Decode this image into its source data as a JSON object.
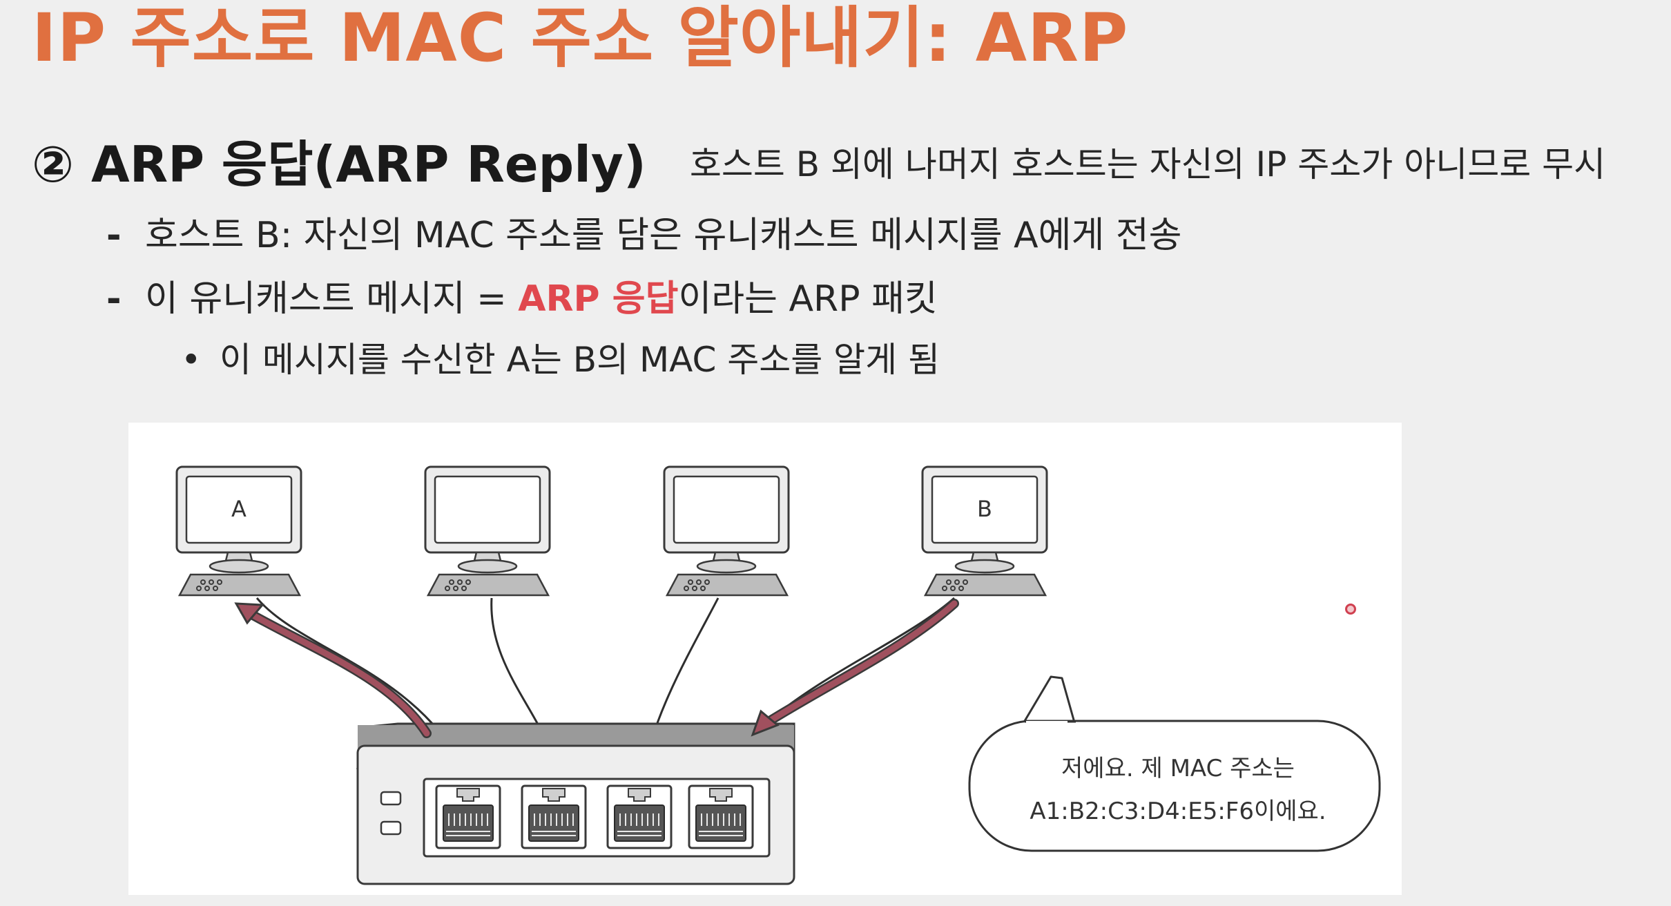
{
  "title": "IP 주소로 MAC 주소 알아내기: ARP",
  "section": {
    "heading": "② ARP 응답(ARP Reply)",
    "note": "호스트 B 외에 나머지 호스트는 자신의 IP 주소가 아니므로 무시"
  },
  "bullets": [
    {
      "marker": "-",
      "text": "호스트 B:  자신의 MAC 주소를 담은 유니캐스트 메시지를 A에게 전송"
    },
    {
      "marker": "-",
      "prefix": "이 유니캐스트 메시지 = ",
      "highlight": "ARP 응답",
      "suffix": "이라는 ARP 패킷"
    }
  ],
  "sub_bullet": {
    "marker": "•",
    "text": "이 메시지를 수신한 A는 B의 MAC 주소를 알게 됨"
  },
  "diagram": {
    "host_a_label": "A",
    "host_b_label": "B",
    "speech_line1": "저에요. 제 MAC 주소는",
    "speech_line2": "A1:B2:C3:D4:E5:F6이에요.",
    "arrow_color": "#a0505e"
  }
}
